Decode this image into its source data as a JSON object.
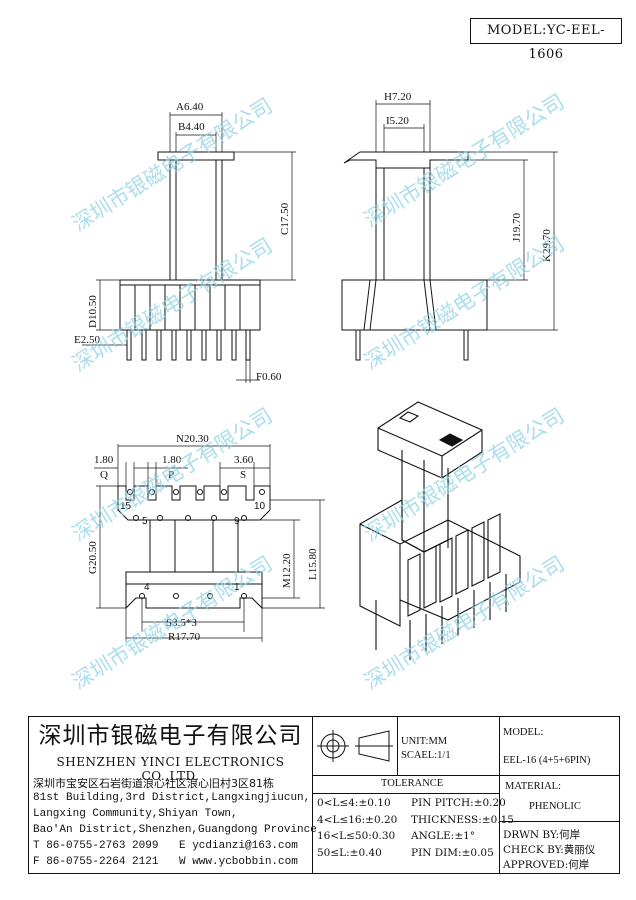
{
  "header": {
    "model": "MODEL:YC-EEL-1606"
  },
  "dimensions": {
    "A": "A6.40",
    "B": "B4.40",
    "C": "C17.50",
    "D": "D10.50",
    "E": "E2.50",
    "F": "F0.60",
    "H": "H7.20",
    "I": "I5.20",
    "J": "J19.70",
    "K": "K29.70",
    "N": "N20.30",
    "Q_val": "1.80",
    "Q": "Q",
    "P_val": "1.80",
    "P": "P",
    "S_val": "3.60",
    "S_top": "S",
    "G": "G20.50",
    "M": "M12.20",
    "L": "L15.80",
    "S": "S3.5*3",
    "R": "R17.70"
  },
  "pins": {
    "p15": "15",
    "p10": "10",
    "p5": "5",
    "p9": "9",
    "p4": "4",
    "p1": "1"
  },
  "watermark": "深圳市银磁电子有限公司",
  "title_block": {
    "company_cn": "深圳市银磁电子有限公司",
    "company_en": "SHENZHEN YINCI ELECTRONICS CO.,LTD.",
    "address_cn": "深圳市宝安区石岩街道浪心社区浪心旧村3区81栋",
    "address_en": [
      "81st Building,3rd District,Langxingjiucun,",
      "Langxing Community,Shiyan Town,",
      "Bao'An District,Shenzhen,Guangdong Province"
    ],
    "tel": "T 86-0755-2763 2099",
    "email": "E ycdianzi@163.com",
    "fax": "F 86-0755-2264 2121",
    "web": "W www.ycbobbin.com",
    "unit": "UNIT:MM",
    "scale": "SCAEL:1/1",
    "model_label": "MODEL:",
    "model_value": "EEL-16 (4+5+6PIN)",
    "tolerance_title": "TOLERANCE",
    "tolerances": [
      "0<L≤4:±0.10",
      "4<L≤16:±0.20",
      "16<L≤50:0.30",
      "50≤L:±0.40"
    ],
    "pin_specs": [
      "PIN PITCH:±0.20",
      "THICKNESS:±0.15",
      "ANGLE:±1°",
      "PIN DIM:±0.05"
    ],
    "material_label": "MATERIAL:",
    "material_value": "PHENOLIC",
    "drwn": "DRWN BY:何岸",
    "check": "CHECK BY:黄丽仪",
    "approved": "APPROVED:何岸"
  }
}
